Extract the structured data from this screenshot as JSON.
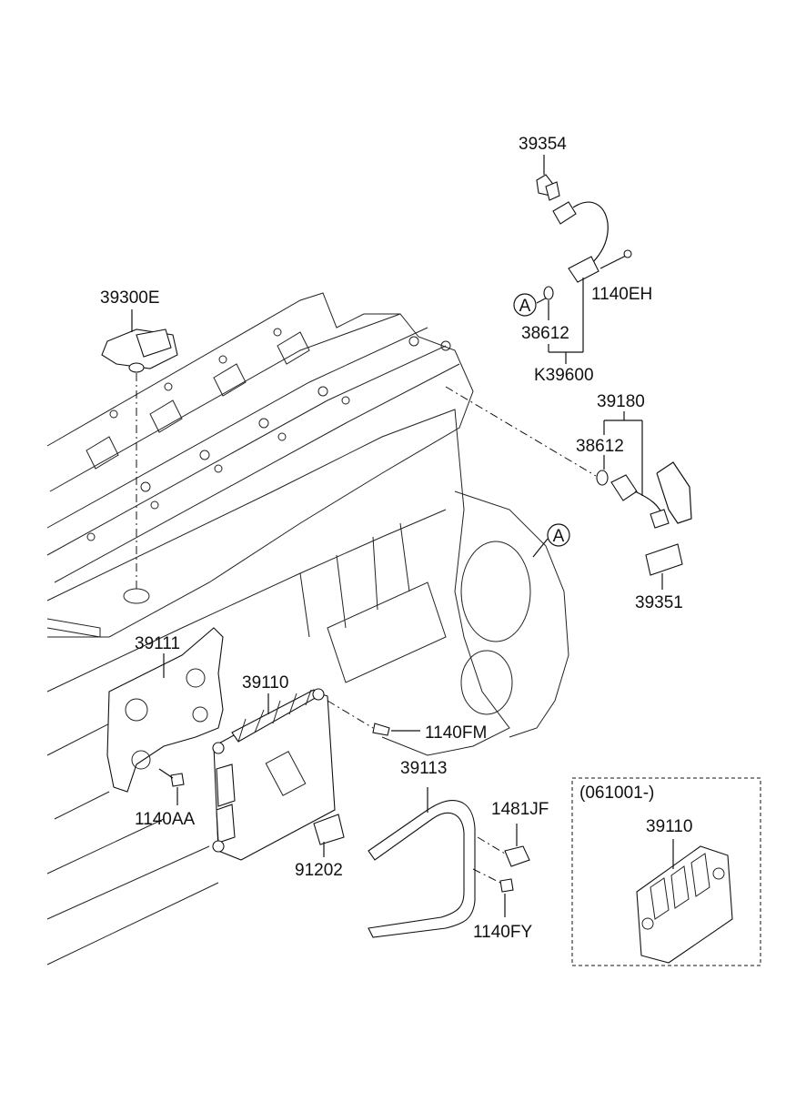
{
  "labels": {
    "p39354": "39354",
    "p1140EH": "1140EH",
    "p38612_top": "38612",
    "pK39600": "K39600",
    "p39300E": "39300E",
    "p39180": "39180",
    "p38612_mid": "38612",
    "p39351": "39351",
    "p39111": "39111",
    "p39110": "39110",
    "p1140FM": "1140FM",
    "p39113": "39113",
    "p1481JF": "1481JF",
    "p1140AA": "1140AA",
    "p91202": "91202",
    "p1140FY": "1140FY",
    "inset_date": "(061001-)",
    "inset_part": "39110",
    "callout_a_top": "A",
    "callout_a_engine": "A"
  }
}
